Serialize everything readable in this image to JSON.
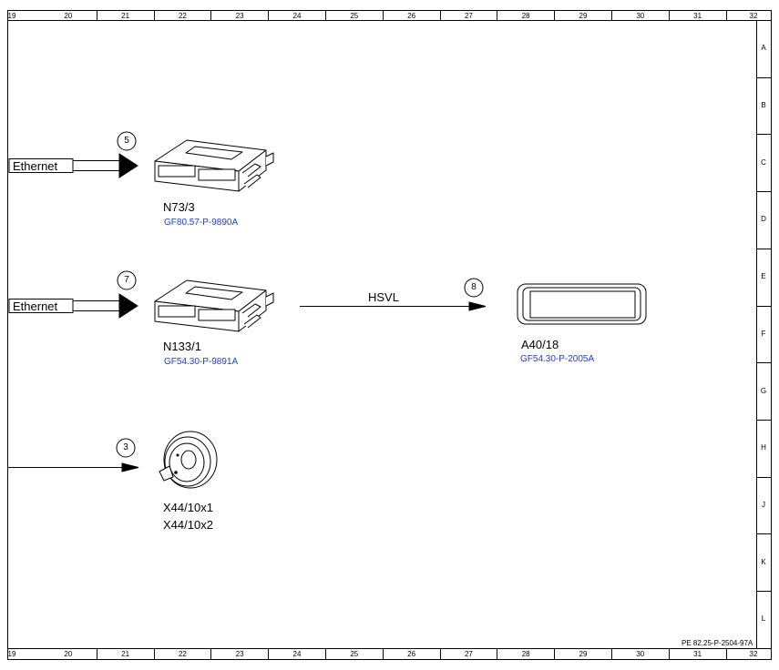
{
  "grid": {
    "columns": [
      "19",
      "20",
      "21",
      "22",
      "23",
      "24",
      "25",
      "26",
      "27",
      "28",
      "29",
      "30",
      "31",
      "32"
    ],
    "rows": [
      "A",
      "B",
      "C",
      "D",
      "E",
      "F",
      "G",
      "H",
      "J",
      "K",
      "L"
    ]
  },
  "document_id": "PE 82.25-P-2504-97A",
  "components": [
    {
      "id": "N73/3",
      "ref": "GF80.57-P-9890A",
      "bubble": "5",
      "input_label": "Ethernet",
      "icon": "control-unit-icon"
    },
    {
      "id": "N133/1",
      "ref": "GF54.30-P-9891A",
      "bubble": "7",
      "input_label": "Ethernet",
      "icon": "control-unit-icon"
    },
    {
      "id": "A40/18",
      "ref": "GF54.30-P-2005A",
      "bubble": "8",
      "input_label": "HSVL",
      "icon": "display-unit-icon"
    },
    {
      "id_line1": "X44/10x1",
      "id_line2": "X44/10x2",
      "bubble": "3",
      "icon": "round-connector-icon"
    }
  ]
}
